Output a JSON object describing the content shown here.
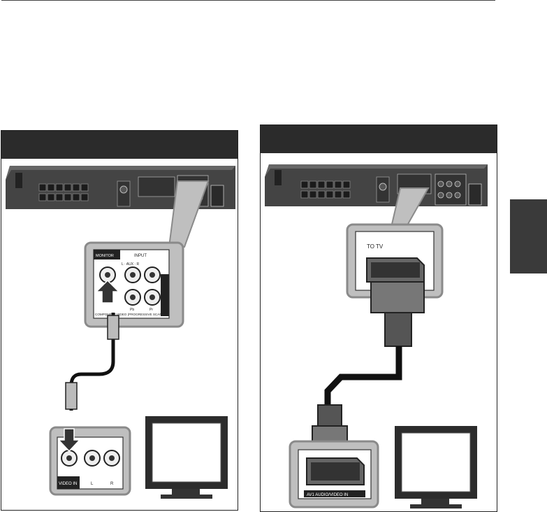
{
  "diagram_left": {
    "inset_labels": {
      "monitor": "MONITOR",
      "input": "INPUT",
      "aux": "L  ·  AUX  ·  R",
      "pb": "Pb",
      "pr": "Pr",
      "component": "COMPONENT VIDEO (PROGRESSIVE SCAN)"
    },
    "tv_jacks": {
      "video_in": "VIDEO IN",
      "left": "L",
      "right": "R"
    }
  },
  "diagram_right": {
    "to_tv": "TO TV",
    "av_in": "AV1 AUDIO/VIDEO IN"
  },
  "colors": {
    "header": "#2b2b2b",
    "inset_border": "#8a8a8a",
    "tab": "#3a3a3a"
  }
}
